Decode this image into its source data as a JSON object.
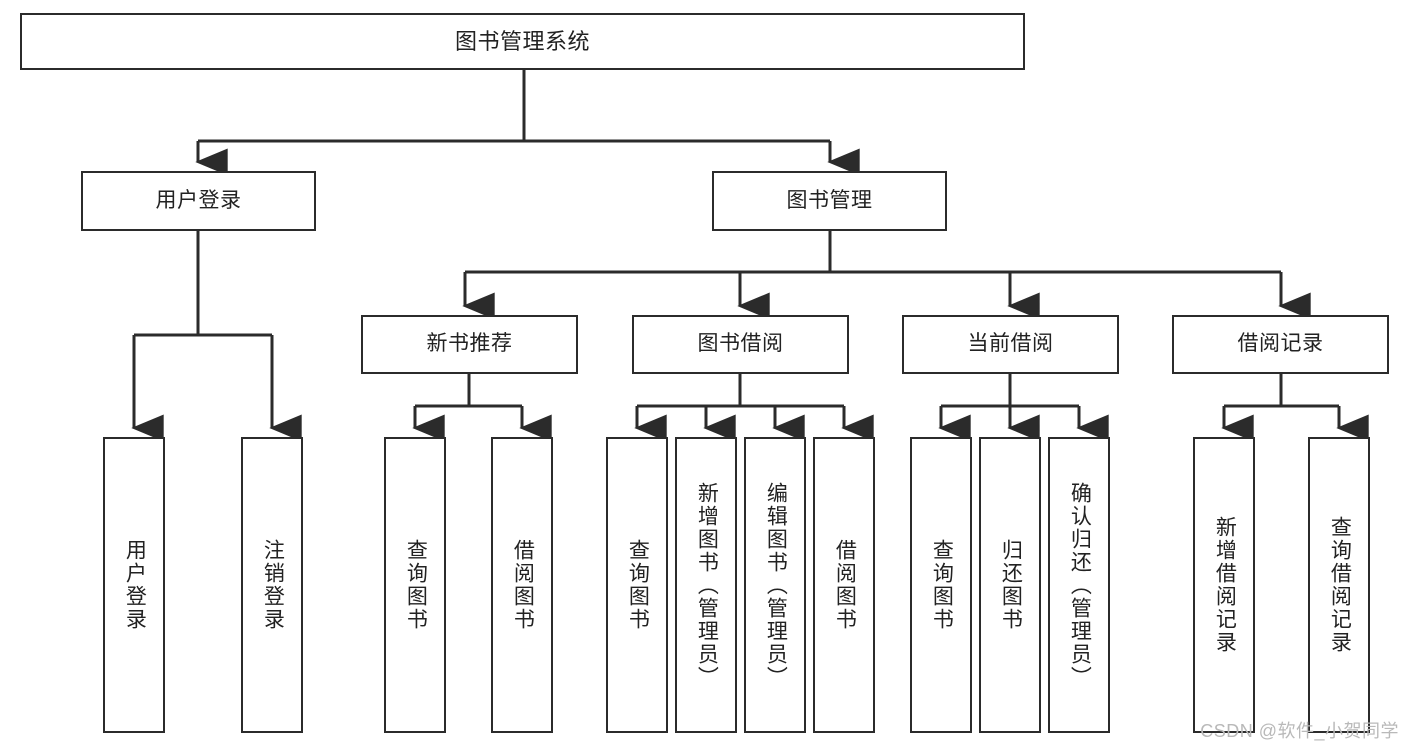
{
  "diagram": {
    "title": "图书管理系统",
    "type": "tree-hierarchy",
    "colors": {
      "box_border": "#2b2b2b",
      "box_fill": "#ffffff",
      "connector": "#2b2b2b",
      "text": "#222222",
      "watermark": "#b9b9b9",
      "background": "#ffffff"
    },
    "watermark": "CSDN @软件_小贺同学"
  },
  "nodes": {
    "root": {
      "label": "图书管理系统"
    },
    "level2": [
      {
        "label": "用户登录"
      },
      {
        "label": "图书管理"
      }
    ],
    "level3": [
      {
        "label": "新书推荐"
      },
      {
        "label": "图书借阅"
      },
      {
        "label": "当前借阅"
      },
      {
        "label": "借阅记录"
      }
    ],
    "leaves": {
      "user_login": [
        {
          "label": "用户登录"
        },
        {
          "label": "注销登录"
        }
      ],
      "new_book_recommend": [
        {
          "label": "查询图书"
        },
        {
          "label": "借阅图书"
        }
      ],
      "book_borrow": [
        {
          "label": "查询图书"
        },
        {
          "label": "新增图书（管理员）"
        },
        {
          "label": "编辑图书（管理员）"
        },
        {
          "label": "借阅图书"
        }
      ],
      "current_borrow": [
        {
          "label": "查询图书"
        },
        {
          "label": "归还图书"
        },
        {
          "label": "确认归还（管理员）"
        }
      ],
      "borrow_record": [
        {
          "label": "新增借阅记录"
        },
        {
          "label": "查询借阅记录"
        }
      ]
    }
  }
}
